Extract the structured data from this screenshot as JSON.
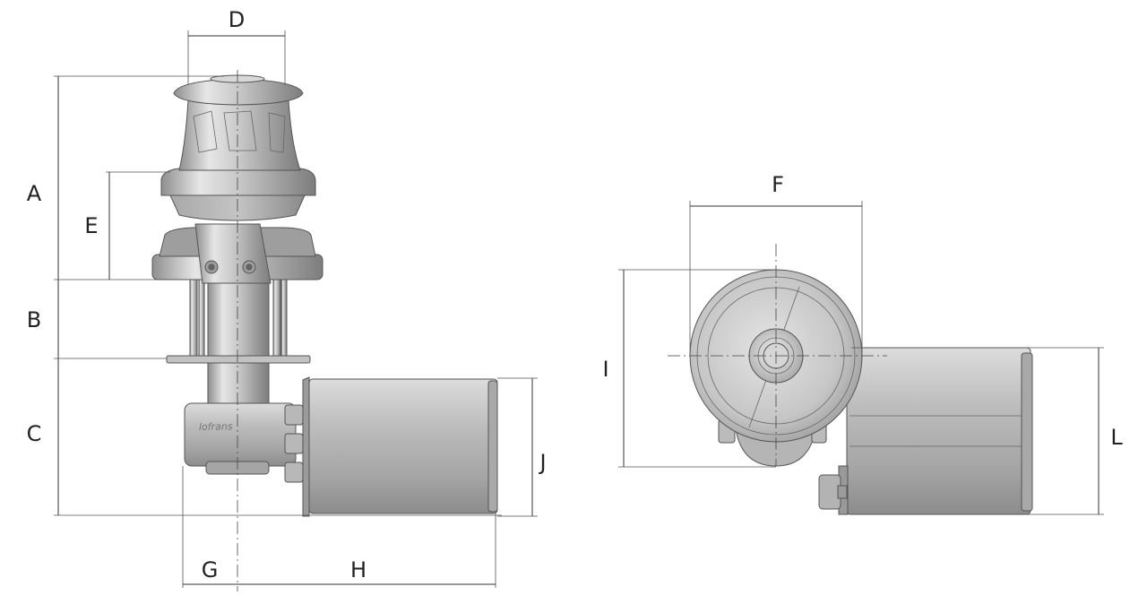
{
  "dimensions": {
    "A": "A",
    "B": "B",
    "C": "C",
    "D": "D",
    "E": "E",
    "F": "F",
    "G": "G",
    "H": "H",
    "I": "I",
    "J": "J",
    "L": "L"
  },
  "brand_mark": "lofrans"
}
